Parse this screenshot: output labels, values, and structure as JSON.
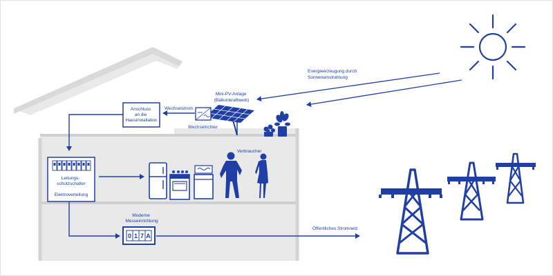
{
  "colors": {
    "accent": "#1f3fa6",
    "house_wall": "#e9e9e9",
    "house_outline": "#cfcfcf",
    "text": "#1a3fa8"
  },
  "labels": {
    "sun_energy": [
      "Energieerzeugung durch",
      "Sonneneinstrahlung"
    ],
    "mini_pv": [
      "Mini-PV-Anlage",
      "(Balkonkraftwerk)"
    ],
    "inverter": "Wechselrichter",
    "ac_current": "Wechselstrom",
    "house_connection": [
      "Anschluss",
      "an die",
      "Hausinstallation"
    ],
    "consumers": "Verbraucher",
    "breaker": [
      "Leitungs-",
      "schutzschalter"
    ],
    "distribution": "Elektroverteilung",
    "meter": [
      "Moderne",
      "Messeinrichtung"
    ],
    "meter_reading": [
      "0",
      "1",
      "7",
      "A"
    ],
    "grid": "Öffentliches Stromnetz"
  },
  "icons": [
    "sun-icon",
    "solar-panel-icon",
    "inverter-icon",
    "plant-icon",
    "fridge-icon",
    "stove-icon",
    "washing-machine-icon",
    "person-icon",
    "power-pylon-icon"
  ]
}
